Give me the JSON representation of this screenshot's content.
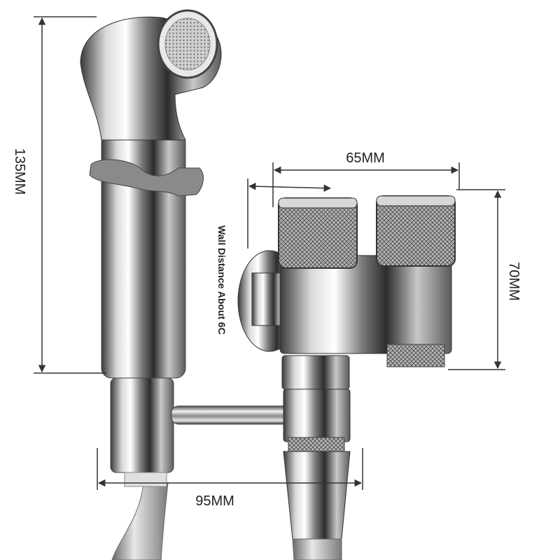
{
  "dimensions": {
    "height_sprayer": "135MM",
    "width_valve": "65MM",
    "height_valve": "70MM",
    "width_total": "95MM",
    "wall_distance": "Wall Distance About 6C"
  },
  "colors": {
    "chrome_dark": "#2b2b2b",
    "chrome_mid": "#9a9a9a",
    "chrome_light": "#f4f4f4",
    "dimension_line": "#333333",
    "hose": "#8c8c8c"
  }
}
